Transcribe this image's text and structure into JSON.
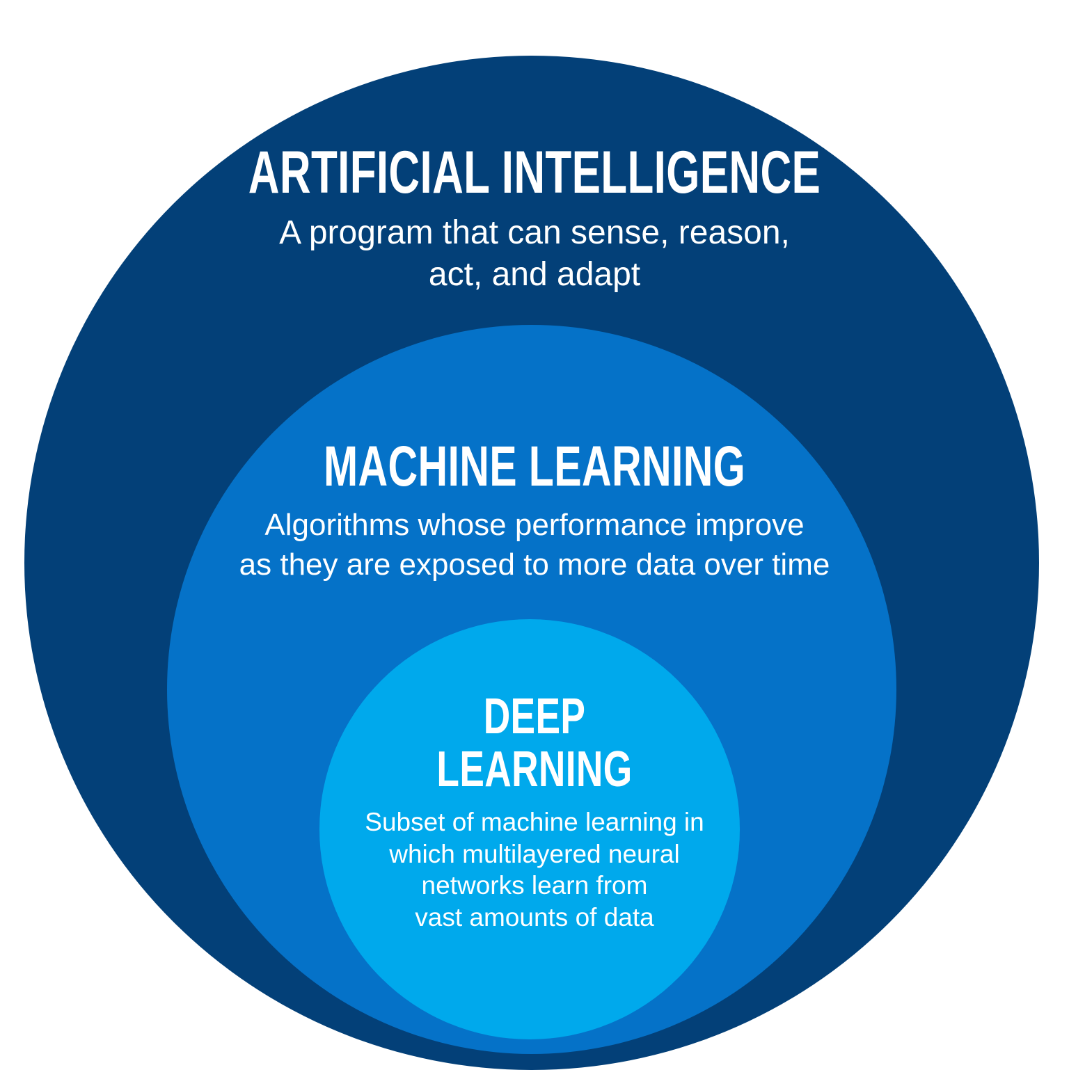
{
  "diagram": {
    "type": "nested-venn",
    "background_color": "#ffffff",
    "layers": [
      {
        "id": "artificial-intelligence",
        "heading": "ARTIFICIAL INTELLIGENCE",
        "description": "A program that can sense, reason,\nact, and adapt",
        "description_lines": [
          "A program that can sense, reason,",
          "act, and adapt"
        ],
        "color": "#034078",
        "text_color": "#ffffff",
        "level": 1
      },
      {
        "id": "machine-learning",
        "heading": "MACHINE LEARNING",
        "description": "Algorithms whose performance improve\nas they are exposed to more data over time",
        "description_lines": [
          "Algorithms whose performance improve",
          "as they are exposed to more data over time"
        ],
        "color": "#0572c8",
        "text_color": "#ffffff",
        "level": 2
      },
      {
        "id": "deep-learning",
        "heading": "DEEP\nLEARNING",
        "heading_lines": [
          "DEEP",
          "LEARNING"
        ],
        "description": "Subset of machine learning in\nwhich multilayered neural\nnetworks learn from\nvast amounts of data",
        "description_lines": [
          "Subset of machine learning in",
          "which multilayered neural",
          "networks learn from",
          "vast amounts of data"
        ],
        "color": "#00a9ec",
        "text_color": "#ffffff",
        "level": 3
      }
    ]
  }
}
